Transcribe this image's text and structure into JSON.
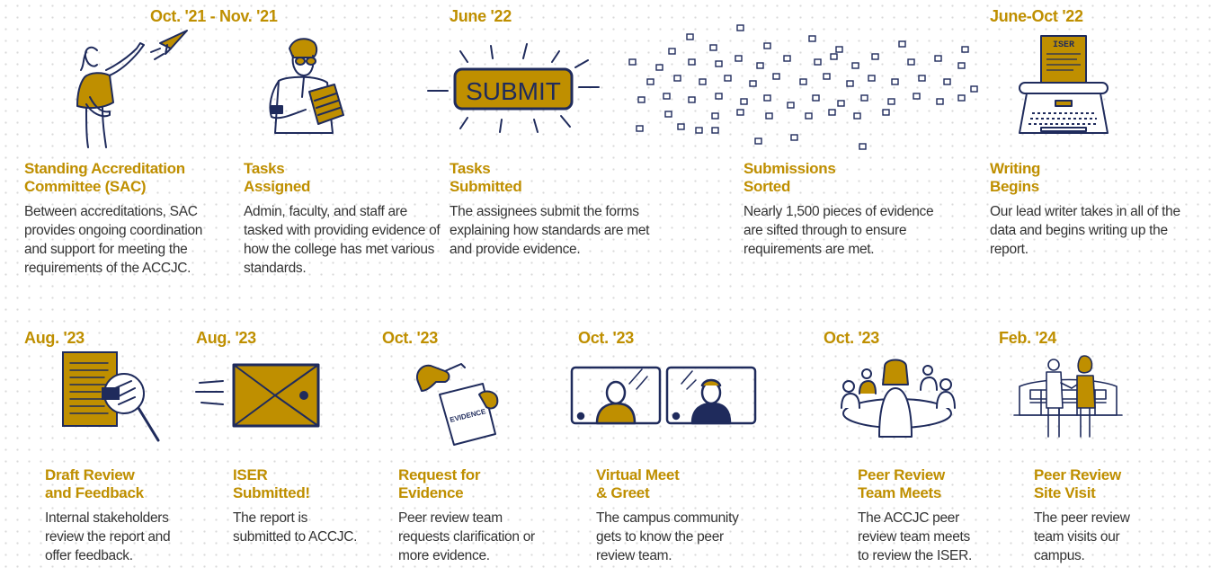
{
  "colors": {
    "gold": "#bf8f00",
    "ink": "#1f2b5c",
    "text": "#333333"
  },
  "row1": [
    {
      "date": "Oct. '21 - Nov. '21",
      "title1": "Standing Accreditation",
      "title2": "Committee (SAC)",
      "desc": "Between accreditations, SAC provides ongoing coordination and support for meeting the requirements of the ACCJC.",
      "icon": "woman-throwing-paper-plane-icon"
    },
    {
      "date": "",
      "title1": "Tasks",
      "title2": "Assigned",
      "desc": "Admin, faculty, and staff are tasked with providing evidence of how the college has met various standards.",
      "icon": "man-reading-document-icon"
    },
    {
      "date": "June '22",
      "title1": "Tasks",
      "title2": "Submitted",
      "desc": "The assignees submit the forms explaining how standards are met and provide evidence.",
      "icon": "submit-button-icon",
      "button_text": "SUBMIT"
    },
    {
      "date": "",
      "title1": "Submissions",
      "title2": "Sorted",
      "desc": "Nearly 1,500 pieces of evidence are sifted through to ensure requirements are met.",
      "icon": "scattered-documents-icon"
    },
    {
      "date": "June-Oct '22",
      "title1": "Writing",
      "title2": "Begins",
      "desc": "Our lead writer takes in all of the data and begins writing up the report.",
      "icon": "typewriter-icon",
      "paper_text": "ISER"
    }
  ],
  "row2": [
    {
      "date": "Aug. '23",
      "title1": "Draft Review",
      "title2": "and Feedback",
      "desc": "Internal stakeholders review the report and offer feedback.",
      "icon": "document-magnifier-icon"
    },
    {
      "date": "Aug. '23",
      "title1": "ISER",
      "title2": "Submitted!",
      "desc": "The report is submitted to ACCJC.",
      "icon": "envelope-icon"
    },
    {
      "date": "Oct. '23",
      "title1": "Request for",
      "title2": "Evidence",
      "desc": "Peer review team requests clarification or more evidence.",
      "icon": "evidence-bag-icon",
      "bag_text": "EVIDENCE"
    },
    {
      "date": "Oct. '23",
      "title1": "Virtual Meet",
      "title2": "& Greet",
      "desc": "The campus community gets to know the peer review team.",
      "icon": "video-call-icon"
    },
    {
      "date": "Oct. '23",
      "title1": "Peer Review",
      "title2": "Team Meets",
      "desc": "The ACCJC peer review team meets to review the ISER.",
      "icon": "team-meeting-icon"
    },
    {
      "date": "Feb. '24",
      "title1": "Peer Review",
      "title2": "Site Visit",
      "desc": "The peer review team visits our campus.",
      "icon": "campus-handshake-icon"
    }
  ]
}
